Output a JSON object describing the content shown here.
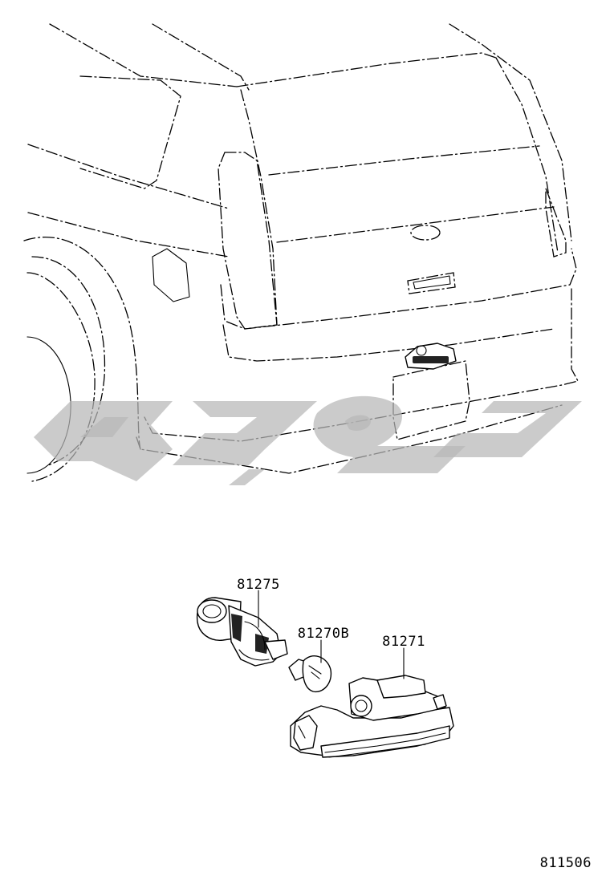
{
  "parts": [
    {
      "id": "socket",
      "label": "81275"
    },
    {
      "id": "bulb",
      "label": "81270B"
    },
    {
      "id": "lamp-assembly",
      "label": "81271"
    }
  ],
  "illustration_id": "811506",
  "watermark": {
    "color": "#b7b7b7"
  }
}
